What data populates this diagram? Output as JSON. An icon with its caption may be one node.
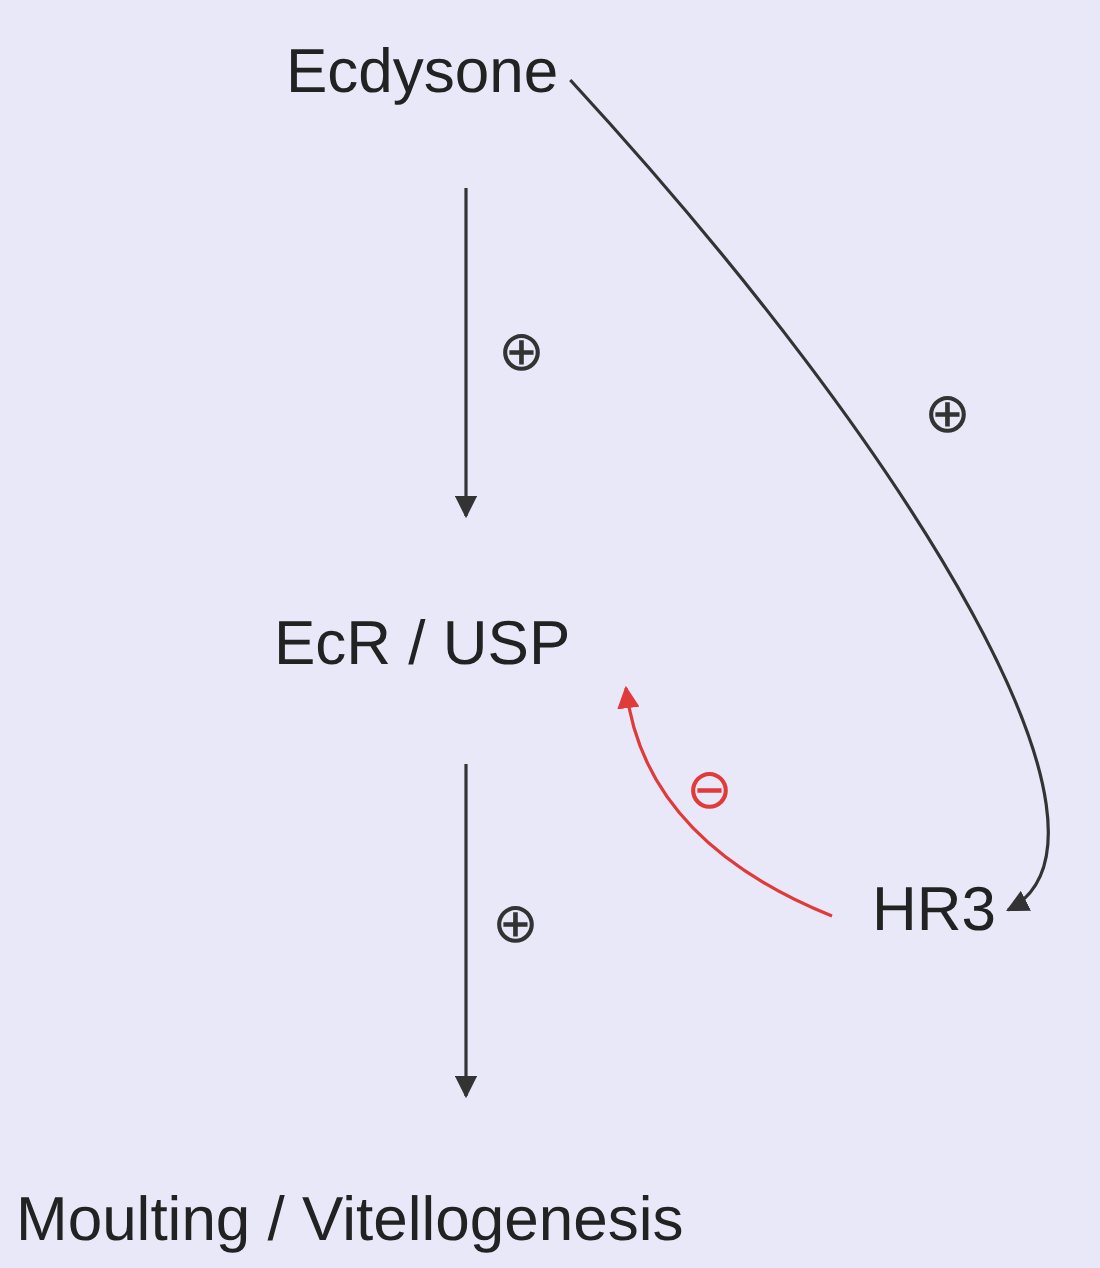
{
  "diagram": {
    "nodes": [
      {
        "text": [
          "Ecdysone"
        ]
      },
      {
        "text": [
          "EcR / USP"
        ]
      },
      {
        "text": [
          "HR3"
        ]
      },
      {
        "text": [
          "Moulting / Vitellogenesis"
        ]
      }
    ],
    "edges": [
      {
        "from": 0,
        "to": 1,
        "arrow": "to",
        "label": "⊕"
      },
      {
        "from": 1,
        "to": 3,
        "arrow": "to",
        "label": "⊕"
      },
      {
        "from": 0,
        "to": 2,
        "arrow": "to",
        "label": "⊕"
      },
      {
        "from": 2,
        "to": 1,
        "arrow": "to",
        "label": "⊖",
        "color": "#e03a3a"
      }
    ]
  }
}
